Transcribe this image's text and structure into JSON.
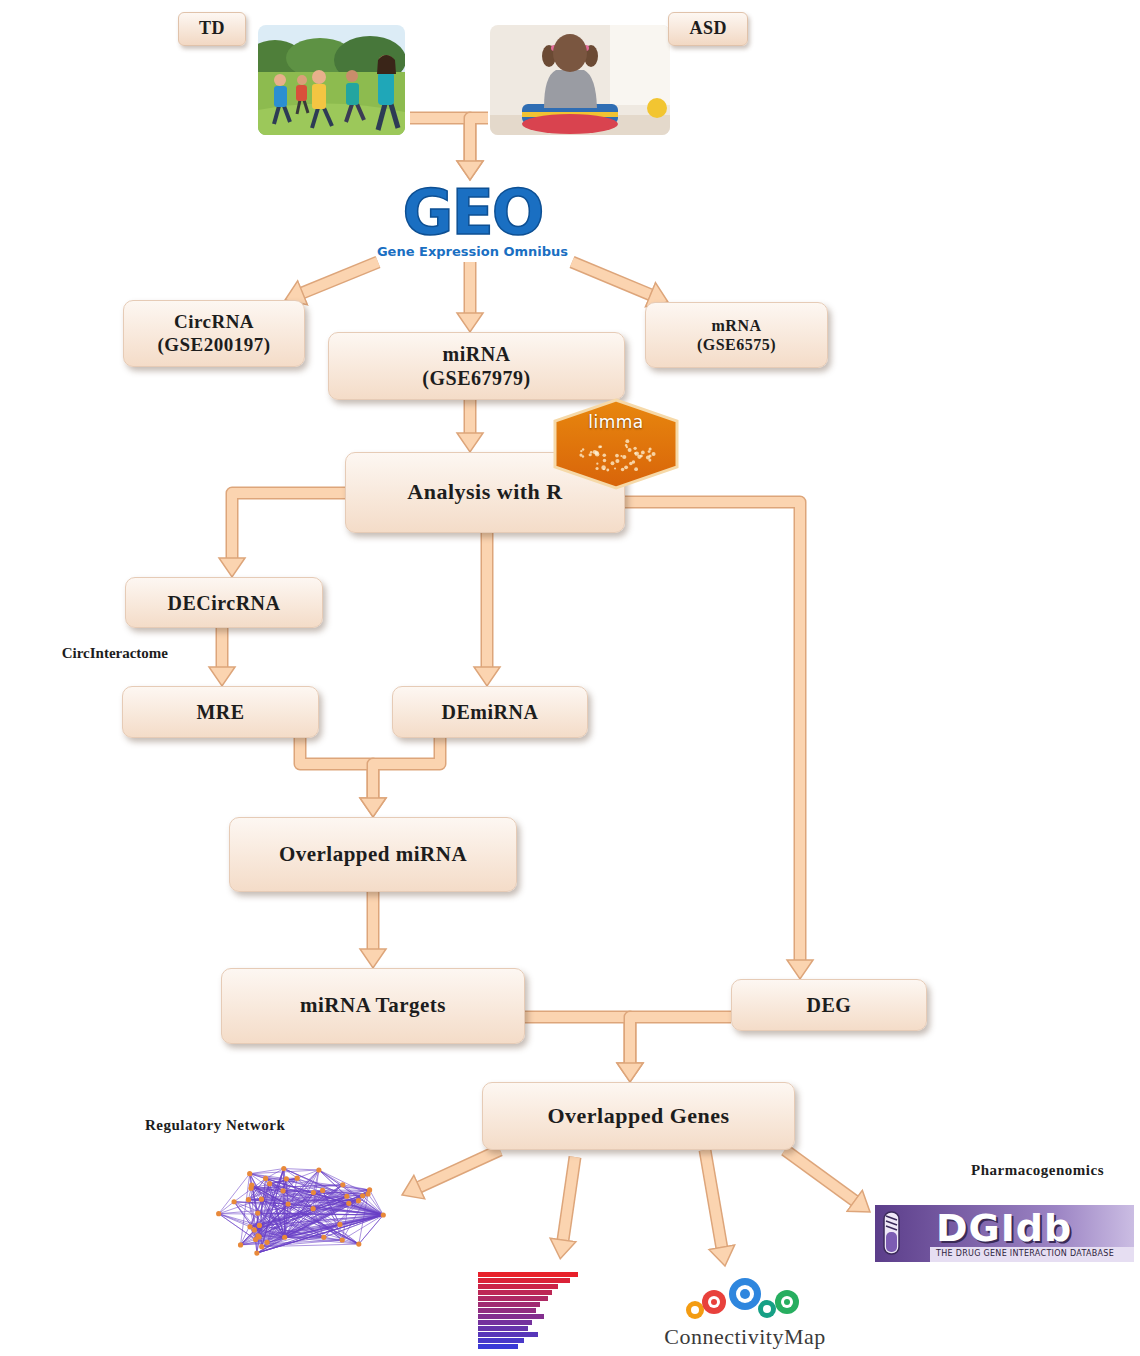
{
  "diagram": {
    "nodes": [
      {
        "text": [
          "TD"
        ]
      },
      {
        "text": [
          "ASD"
        ]
      },
      {
        "text": [
          "GEO",
          "Gene Expression Omnibus"
        ]
      },
      {
        "text": [
          "CircRNA",
          "(GSE200197)"
        ]
      },
      {
        "text": [
          "miRNA",
          "(GSE67979)"
        ]
      },
      {
        "text": [
          "mRNA",
          "(GSE6575)"
        ]
      },
      {
        "text": [
          "limma"
        ]
      },
      {
        "text": [
          "Analysis with R"
        ]
      },
      {
        "text": [
          "DECircRNA"
        ]
      },
      {
        "text": [
          "MRE"
        ]
      },
      {
        "text": [
          "DEmiRNA"
        ]
      },
      {
        "text": [
          "Overlapped miRNA"
        ]
      },
      {
        "text": [
          "miRNA Targets"
        ]
      },
      {
        "text": [
          "DEG"
        ]
      },
      {
        "text": [
          "Overlapped Genes"
        ]
      },
      {
        "text": [
          "Regulatory Network"
        ]
      },
      {
        "text": [
          "Pharmacogenomics",
          "DGIdb",
          "THE DRUG GENE INTERACTION DATABASE"
        ]
      },
      {
        "text": [
          "ConnectivityMap"
        ]
      }
    ],
    "edges": [
      {
        "from": 0,
        "to": 2,
        "arrow": "to"
      },
      {
        "from": 1,
        "to": 2,
        "arrow": "to"
      },
      {
        "from": 2,
        "to": 3,
        "arrow": "to"
      },
      {
        "from": 2,
        "to": 4,
        "arrow": "to"
      },
      {
        "from": 2,
        "to": 5,
        "arrow": "to"
      },
      {
        "from": 4,
        "to": 7,
        "arrow": "to"
      },
      {
        "from": 7,
        "to": 8,
        "arrow": "to"
      },
      {
        "from": 7,
        "to": 10,
        "arrow": "to"
      },
      {
        "from": 7,
        "to": 13,
        "arrow": "to"
      },
      {
        "from": 8,
        "to": 9,
        "label": "CircInteractome",
        "arrow": "to"
      },
      {
        "from": 9,
        "to": 11,
        "arrow": "to"
      },
      {
        "from": 10,
        "to": 11,
        "arrow": "to"
      },
      {
        "from": 11,
        "to": 12,
        "arrow": "to"
      },
      {
        "from": 12,
        "to": 14,
        "arrow": "to"
      },
      {
        "from": 13,
        "to": 14,
        "arrow": "to"
      },
      {
        "from": 14,
        "to": 15,
        "arrow": "to"
      },
      {
        "from": 14,
        "to": 16,
        "arrow": "to"
      },
      {
        "from": 14,
        "to": 17,
        "arrow": "to"
      }
    ]
  }
}
